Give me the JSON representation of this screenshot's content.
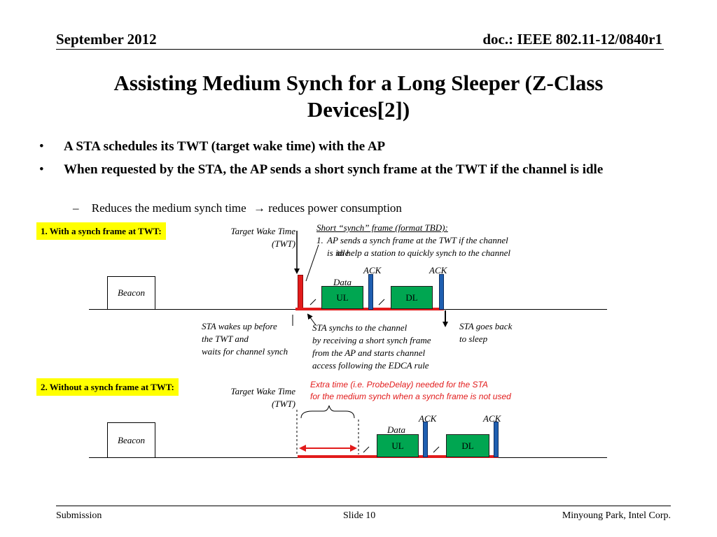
{
  "header": {
    "date": "September 2012",
    "doc": "doc.: IEEE 802.11-12/0840r1"
  },
  "title": "Assisting Medium Synch for a Long Sleeper (Z-Class Devices[2])",
  "bullets": [
    "A STA schedules its TWT (target wake time) with the AP",
    "When requested by the STA, the AP sends a short synch frame at the TWT if the channel is idle"
  ],
  "sub_bullet": {
    "dash": "–",
    "text_before": "Reduces the medium synch time",
    "arrow": "→",
    "text_after": "reduces power consumption"
  },
  "diagram1": {
    "tag": "1. With a synch frame at TWT:",
    "twt_label_line1": "Target Wake Time",
    "twt_label_line2": "(TWT)",
    "synch_title": "Short “synch” frame (format TBD):",
    "synch_item_num": "1.",
    "synch_item_line1": "AP sends a synch frame at the TWT if the channel is idle",
    "synch_item_line2": "to help a station to quickly synch to the channel",
    "beacon": "Beacon",
    "data": "Data",
    "ul": "UL",
    "dl": "DL",
    "ack1": "ACK",
    "ack2": "ACK",
    "wake_note": [
      "STA wakes up before",
      "the TWT and",
      "waits for channel synch"
    ],
    "synch_note": [
      "STA synchs to the channel",
      "by receiving a short synch frame",
      "from the AP and starts channel",
      "access following the EDCA rule"
    ],
    "sleep_note": [
      "STA goes back",
      "to sleep"
    ]
  },
  "diagram2": {
    "tag": "2. Without a synch frame at TWT:",
    "twt_label_line1": "Target Wake Time",
    "twt_label_line2": "(TWT)",
    "extra_line1": "Extra time (i.e. ProbeDelay) needed for the STA",
    "extra_line2": "for the medium synch when a synch frame is not used",
    "beacon": "Beacon",
    "data": "Data",
    "ul": "UL",
    "dl": "DL",
    "ack1": "ACK",
    "ack2": "ACK"
  },
  "footer": {
    "left": "Submission",
    "center": "Slide 10",
    "right": "Minyoung Park, Intel Corp."
  },
  "colors": {
    "highlight": "#ffff00",
    "frame_green": "#00a651",
    "ack_blue": "#1f5fb0",
    "red": "#e21b1b"
  }
}
